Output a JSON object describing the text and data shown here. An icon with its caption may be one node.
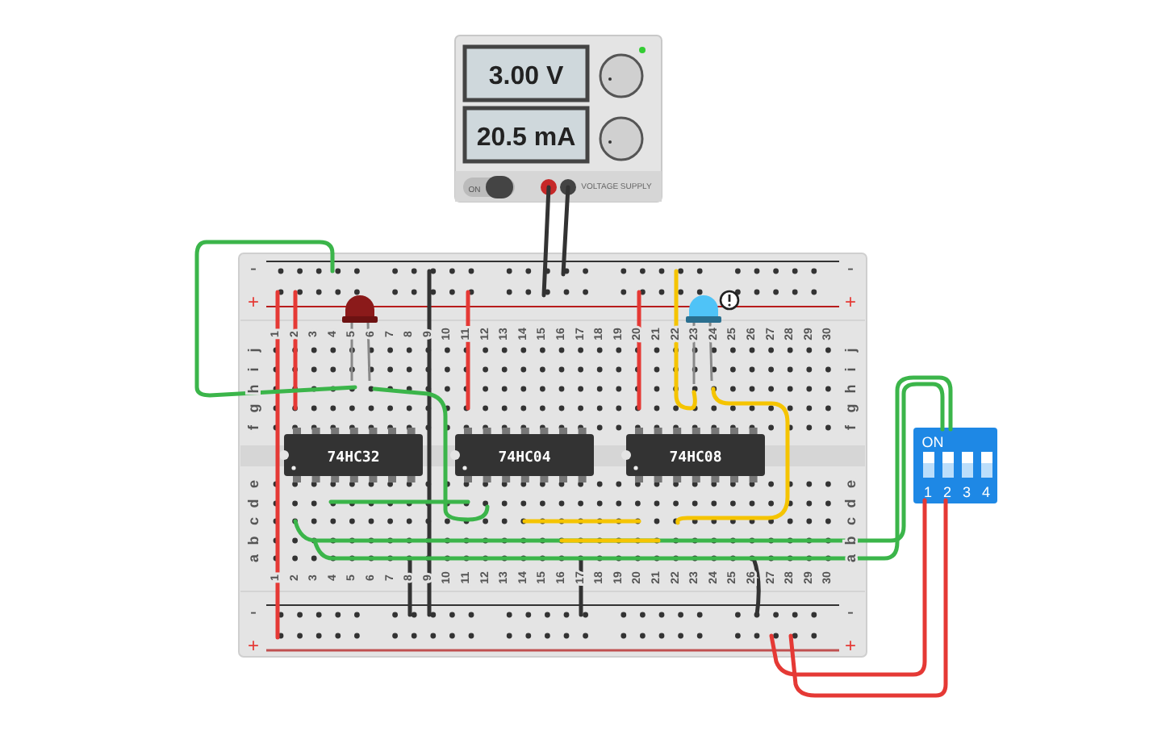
{
  "diagram": {
    "labels": [
      "3.00 V",
      "20.5 mA",
      "ON",
      "VOLTAGE SUPPLY",
      "-",
      "-",
      "+",
      "+",
      "1",
      "2",
      "3",
      "4",
      "5",
      "6",
      "7",
      "8",
      "9",
      "10",
      "11",
      "12",
      "13",
      "14",
      "15",
      "16",
      "17",
      "18",
      "19",
      "20",
      "21",
      "22",
      "23",
      "24",
      "25",
      "26",
      "27",
      "28",
      "29",
      "30",
      "j",
      "j",
      "i",
      "i",
      "h",
      "h",
      "g",
      "g",
      "f",
      "f",
      "74HC32",
      "74HC04",
      "74HC08",
      "ON",
      "e",
      "e",
      "d",
      "d",
      "c",
      "c",
      "b",
      "b",
      "a",
      "a",
      "1",
      "2",
      "3",
      "4",
      "1",
      "2",
      "3",
      "4",
      "5",
      "6",
      "7",
      "8",
      "9",
      "10",
      "11",
      "12",
      "13",
      "14",
      "15",
      "16",
      "17",
      "18",
      "19",
      "20",
      "21",
      "22",
      "23",
      "24",
      "25",
      "26",
      "27",
      "28",
      "29",
      "30",
      "-",
      "-",
      "+",
      "+"
    ]
  }
}
